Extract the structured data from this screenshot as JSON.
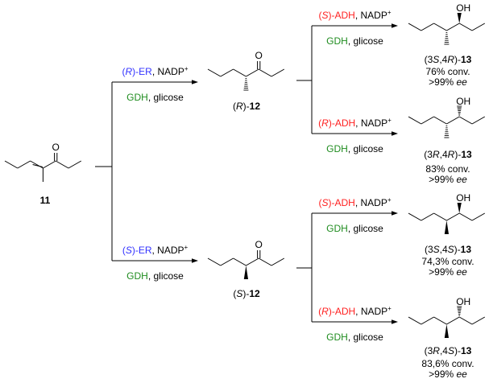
{
  "colors": {
    "er": "#3232ff",
    "adh": "#ff2020",
    "recycle": "#1f8c1f",
    "ink": "#000000"
  },
  "compound_11": {
    "label": "11",
    "oxygen": "O"
  },
  "intermediates": [
    {
      "open": "(",
      "config": "R",
      "close": ")-",
      "number": "12",
      "oxygen": "O"
    },
    {
      "open": "(",
      "config": "S",
      "close": ")-",
      "number": "12",
      "oxygen": "O"
    }
  ],
  "er_steps": [
    {
      "open": "(",
      "config": "R",
      "enzyme": ")-ER",
      "cofactor": ", NADP",
      "cofactor_charge": "+",
      "recycle_enzyme": "GDH",
      "cosubstrate": ", glicose"
    },
    {
      "open": "(",
      "config": "S",
      "enzyme": ")-ER",
      "cofactor": ", NADP",
      "cofactor_charge": "+",
      "recycle_enzyme": "GDH",
      "cosubstrate": ", glicose"
    }
  ],
  "adh_steps": [
    {
      "open": "(",
      "config": "S",
      "enzyme": ")-ADH",
      "cofactor": ", NADP",
      "cofactor_charge": "+",
      "recycle_enzyme": "GDH",
      "cosubstrate": ", glicose"
    },
    {
      "open": "(",
      "config": "R",
      "enzyme": ")-ADH",
      "cofactor": ", NADP",
      "cofactor_charge": "+",
      "recycle_enzyme": "GDH",
      "cosubstrate": ", glicose"
    },
    {
      "open": "(",
      "config": "S",
      "enzyme": ")-ADH",
      "cofactor": ", NADP",
      "cofactor_charge": "+",
      "recycle_enzyme": "GDH",
      "cosubstrate": ", glicose"
    },
    {
      "open": "(",
      "config": "R",
      "enzyme": ")-ADH",
      "cofactor": ", NADP",
      "cofactor_charge": "+",
      "recycle_enzyme": "GDH",
      "cosubstrate": ", glicose"
    }
  ],
  "products": [
    {
      "hydroxyl": "OH",
      "p1": "(3",
      "c3": "S",
      "p2": ",4",
      "c4": "R",
      "p3": ")-",
      "number": "13",
      "conversion": "76% conv.",
      "ee_value": ">99% ",
      "ee_label": "ee"
    },
    {
      "hydroxyl": "OH",
      "p1": "(3",
      "c3": "R",
      "p2": ",4",
      "c4": "R",
      "p3": ")-",
      "number": "13",
      "conversion": "83% conv.",
      "ee_value": ">99% ",
      "ee_label": "ee"
    },
    {
      "hydroxyl": "OH",
      "p1": "(3",
      "c3": "S",
      "p2": ",4",
      "c4": "S",
      "p3": ")-",
      "number": "13",
      "conversion": "74,3% conv.",
      "ee_value": ">99% ",
      "ee_label": "ee"
    },
    {
      "hydroxyl": "OH",
      "p1": "(3",
      "c3": "R",
      "p2": ",4",
      "c4": "S",
      "p3": ")-",
      "number": "13",
      "conversion": "83,6% conv.",
      "ee_value": ">99% ",
      "ee_label": "ee"
    }
  ]
}
